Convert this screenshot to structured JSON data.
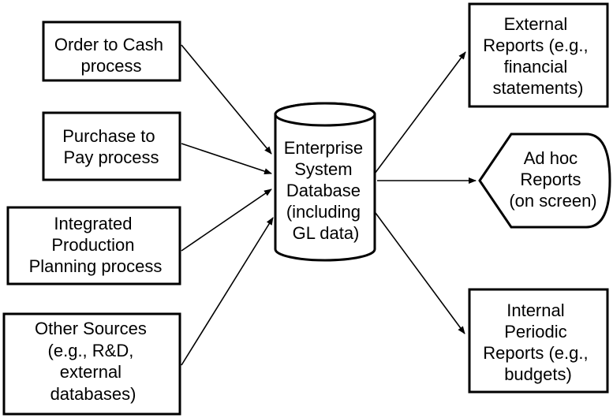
{
  "inputs": [
    {
      "id": "order-to-cash",
      "lines": [
        "Order to Cash",
        "process"
      ]
    },
    {
      "id": "purchase-to-pay",
      "lines": [
        "Purchase to",
        "Pay process"
      ]
    },
    {
      "id": "integrated-production",
      "lines": [
        "Integrated",
        "Production",
        "Planning process"
      ]
    },
    {
      "id": "other-sources",
      "lines": [
        "Other Sources",
        "(e.g., R&D,",
        "external",
        "databases)"
      ]
    }
  ],
  "database": {
    "lines": [
      "Enterprise",
      "System",
      "Database",
      "(including",
      "GL data)"
    ]
  },
  "outputs": [
    {
      "id": "external-reports",
      "lines": [
        "External",
        "Reports (e.g.,",
        "financial",
        "statements)"
      ]
    },
    {
      "id": "adhoc-reports",
      "lines": [
        "Ad hoc",
        "Reports",
        "(on screen)"
      ]
    },
    {
      "id": "internal-reports",
      "lines": [
        "Internal",
        "Periodic",
        "Reports (e.g.,",
        "budgets)"
      ]
    }
  ]
}
